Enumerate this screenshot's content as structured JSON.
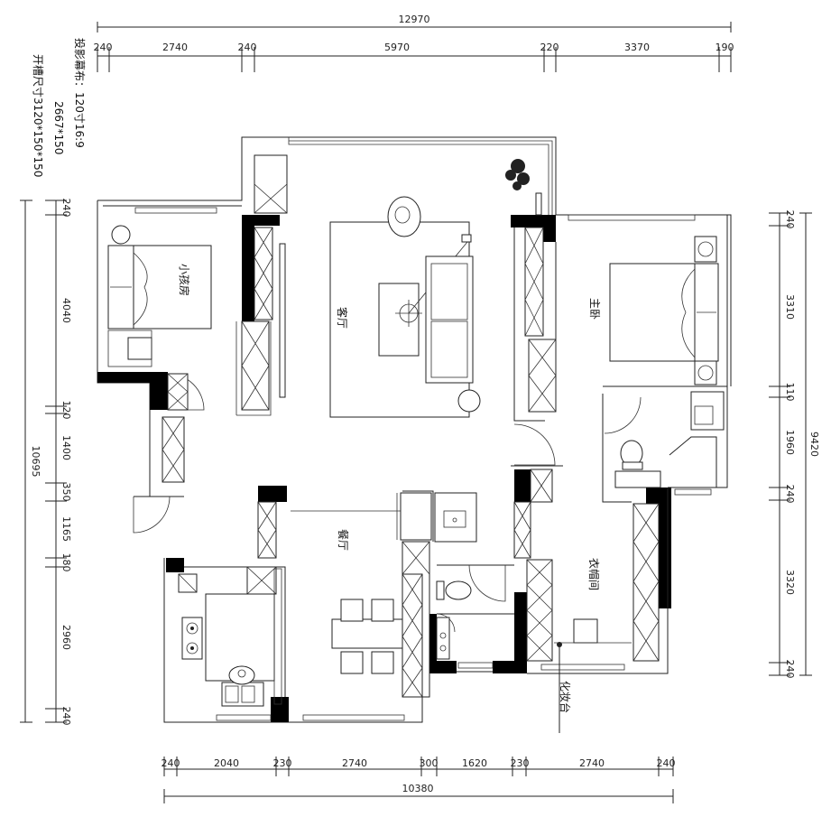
{
  "dimensions": {
    "top_total": "12970",
    "top": [
      "240",
      "2740",
      "240",
      "5970",
      "220",
      "3370",
      "190"
    ],
    "bottom_total": "10380",
    "bottom": [
      "240",
      "2040",
      "230",
      "2740",
      "300",
      "1620",
      "230",
      "2740",
      "240"
    ],
    "left_total": "10695",
    "left": [
      "240",
      "4040",
      "120",
      "1400",
      "350",
      "1165",
      "180",
      "2960",
      "240"
    ],
    "right_total": "9420",
    "right": [
      "240",
      "3310",
      "110",
      "1960",
      "240",
      "3320",
      "240"
    ]
  },
  "notes": {
    "projector_screen": "投影幕布：120寸16:9",
    "screen_size": "2667*150",
    "slot_size": "开槽尺寸3120*150*150"
  },
  "rooms": {
    "kids_room": "小孩房",
    "living_room": "客厅",
    "master_bedroom": "主卧",
    "dining_room": "餐厅",
    "cloakroom": "衣帽间",
    "vanity": "化妆台"
  },
  "colors": {
    "line": "#222222",
    "wall_fill": "#000000",
    "background": "#ffffff"
  }
}
